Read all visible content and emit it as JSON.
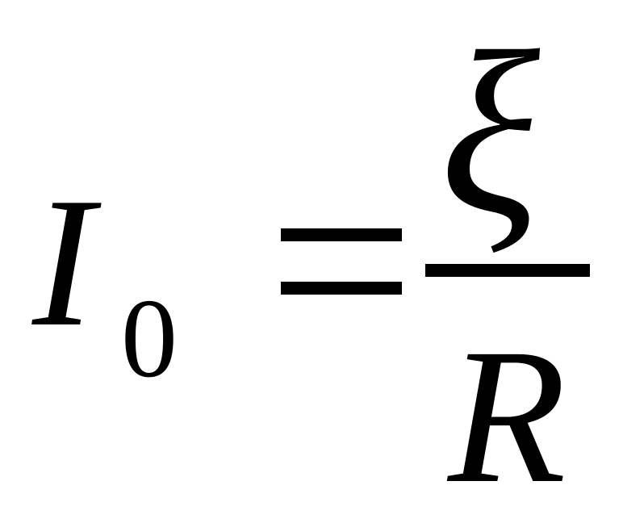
{
  "formula": {
    "lhs_variable": "I",
    "lhs_subscript": "0",
    "operator": "=",
    "numerator": "ξ",
    "denominator": "R"
  }
}
